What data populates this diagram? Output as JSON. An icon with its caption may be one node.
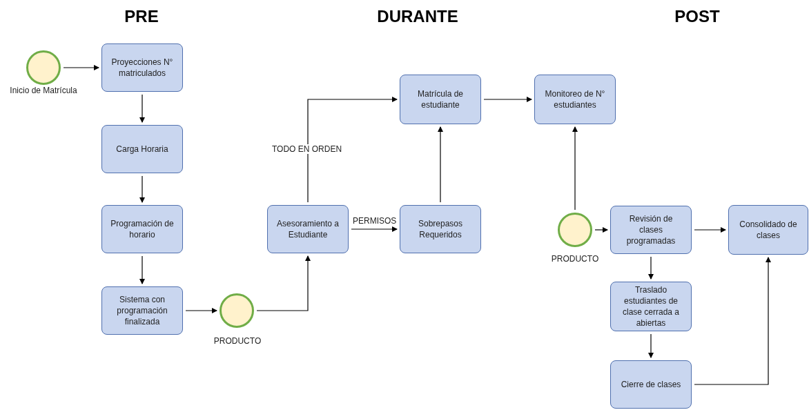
{
  "diagram": {
    "nodes": [
      {
        "text": [],
        "shape": "circle",
        "beside": [
          "Inicio de Matrícula"
        ]
      },
      {
        "text": [
          "Proyecciones N° matriculados"
        ]
      },
      {
        "text": [
          "Carga Horaria"
        ]
      },
      {
        "text": [
          "Programación de horario"
        ]
      },
      {
        "text": [
          "Sistema con programación finalizada"
        ]
      },
      {
        "text": [],
        "shape": "circle",
        "beside": [
          "PRODUCTO"
        ]
      },
      {
        "text": [
          "Asesoramiento a Estudiante"
        ]
      },
      {
        "text": [
          "Sobrepasos Requeridos"
        ]
      },
      {
        "text": [
          "Matrícula de estudiante"
        ]
      },
      {
        "text": [
          "Monitoreo de N° estudiantes"
        ]
      },
      {
        "text": [],
        "shape": "circle",
        "beside": [
          "PRODUCTO"
        ]
      },
      {
        "text": [
          "Revisión de clases programadas"
        ]
      },
      {
        "text": [
          "Consolidado de clases"
        ]
      },
      {
        "text": [
          "Traslado estudiantes de clase cerrada a abiertas"
        ]
      },
      {
        "text": [
          "Cierre de clases"
        ]
      }
    ],
    "edges": [
      {
        "from": 0,
        "to": 1,
        "arrow": "to"
      },
      {
        "from": 1,
        "to": 2,
        "arrow": "to"
      },
      {
        "from": 2,
        "to": 3,
        "arrow": "to"
      },
      {
        "from": 3,
        "to": 4,
        "arrow": "to"
      },
      {
        "from": 4,
        "to": 5,
        "arrow": "to"
      },
      {
        "from": 5,
        "to": 6,
        "arrow": "to"
      },
      {
        "from": 6,
        "to": 8,
        "arrow": "to",
        "label": "TODO EN ORDEN"
      },
      {
        "from": 6,
        "to": 7,
        "arrow": "to",
        "label": "PERMISOS"
      },
      {
        "from": 7,
        "to": 8,
        "arrow": "to"
      },
      {
        "from": 8,
        "to": 9,
        "arrow": "to"
      },
      {
        "from": 10,
        "to": 9,
        "arrow": "to"
      },
      {
        "from": 10,
        "to": 11,
        "arrow": "to"
      },
      {
        "from": 11,
        "to": 12,
        "arrow": "to"
      },
      {
        "from": 11,
        "to": 13,
        "arrow": "to"
      },
      {
        "from": 13,
        "to": 14,
        "arrow": "to"
      },
      {
        "from": 14,
        "to": 12,
        "arrow": "to"
      }
    ],
    "labels": [
      "PRE",
      "DURANTE",
      "POST"
    ]
  }
}
